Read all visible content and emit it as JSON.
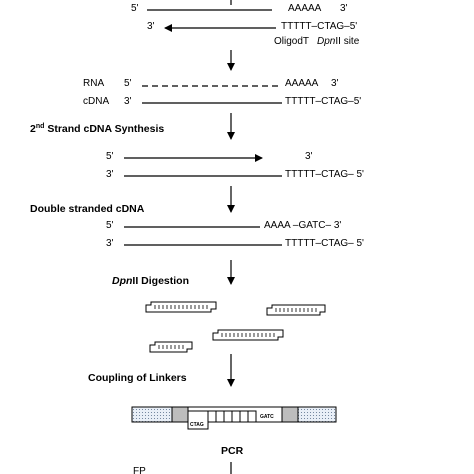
{
  "top": {
    "sense": {
      "end5": "5'",
      "polyA": "AAAAA",
      "end3": "3'"
    },
    "primer": {
      "end3": "3'",
      "seq": "TTTTT–CTAG–5'",
      "oligo_label": "OligodT",
      "site_italic": "Dpn",
      "site_rest": "II site"
    }
  },
  "rna_cdna": {
    "rna": {
      "label": "RNA",
      "end5": "5'",
      "polyA": "AAAAA",
      "end3": "3'"
    },
    "cdna": {
      "label": "cDNA",
      "end3": "3'",
      "seq": "TTTTT–CTAG–5'"
    }
  },
  "second_strand": {
    "title_prefix": "2",
    "title_sup": "nd",
    "title_rest": " Strand cDNA Synthesis",
    "top": {
      "end5": "5'",
      "end3": "3'"
    },
    "bottom": {
      "end3": "3'",
      "seq": "TTTTT–CTAG– 5'"
    }
  },
  "double_stranded": {
    "title": "Double stranded cDNA",
    "top": {
      "end5": "5'",
      "seq": "AAAA –GATC– 3'"
    },
    "bottom": {
      "end3": "3'",
      "seq": "TTTTT–CTAG– 5'"
    }
  },
  "digestion": {
    "title_italic": "Dpn",
    "title_rest": "II Digestion"
  },
  "linkers": {
    "title": "Coupling of Linkers",
    "gatc": "GATC",
    "ctag": "CTAG"
  },
  "pcr": {
    "title": "PCR",
    "fp": "FP"
  }
}
